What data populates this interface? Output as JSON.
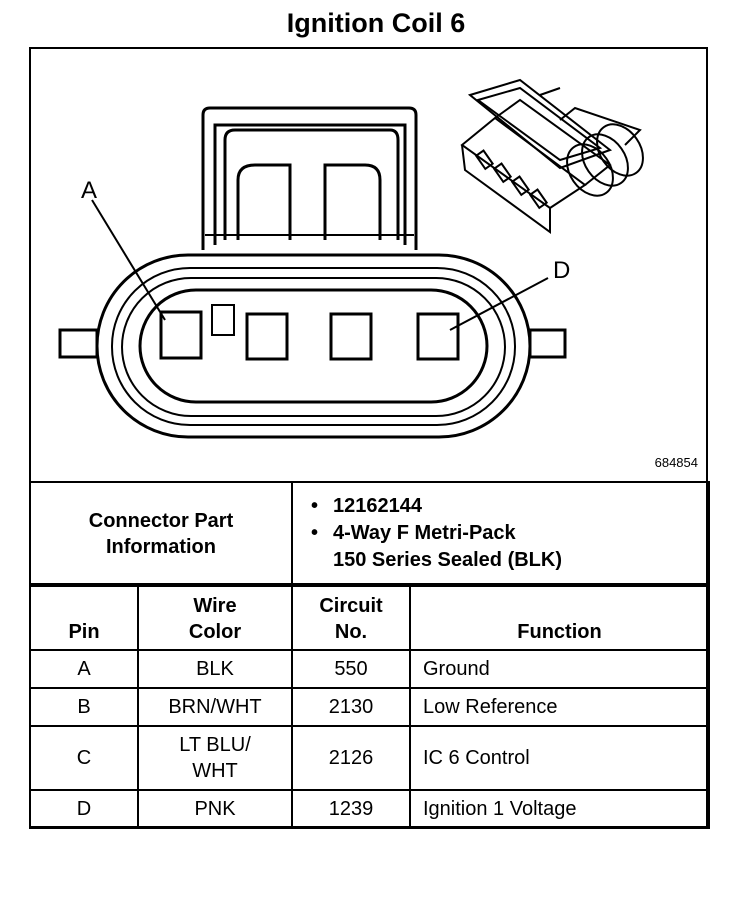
{
  "title": "Ignition Coil 6",
  "diagram": {
    "pin_label_a": "A",
    "pin_label_d": "D",
    "reference_number": "684854"
  },
  "connector_info": {
    "label_line1": "Connector Part",
    "label_line2": "Information",
    "items": [
      "12162144",
      "4-Way F Metri-Pack",
      "150 Series Sealed (BLK)"
    ],
    "bullet": "•"
  },
  "pin_table": {
    "headers": {
      "pin": "Pin",
      "wire_color_1": "Wire",
      "wire_color_2": "Color",
      "circuit_1": "Circuit",
      "circuit_2": "No.",
      "function": "Function"
    },
    "rows": [
      {
        "pin": "A",
        "wire_1": "BLK",
        "wire_2": "",
        "circuit": "550",
        "function": "Ground"
      },
      {
        "pin": "B",
        "wire_1": "BRN/WHT",
        "wire_2": "",
        "circuit": "2130",
        "function": "Low Reference"
      },
      {
        "pin": "C",
        "wire_1": "LT BLU/",
        "wire_2": "WHT",
        "circuit": "2126",
        "function": "IC 6 Control"
      },
      {
        "pin": "D",
        "wire_1": "PNK",
        "wire_2": "",
        "circuit": "1239",
        "function": "Ignition 1 Voltage"
      }
    ]
  }
}
